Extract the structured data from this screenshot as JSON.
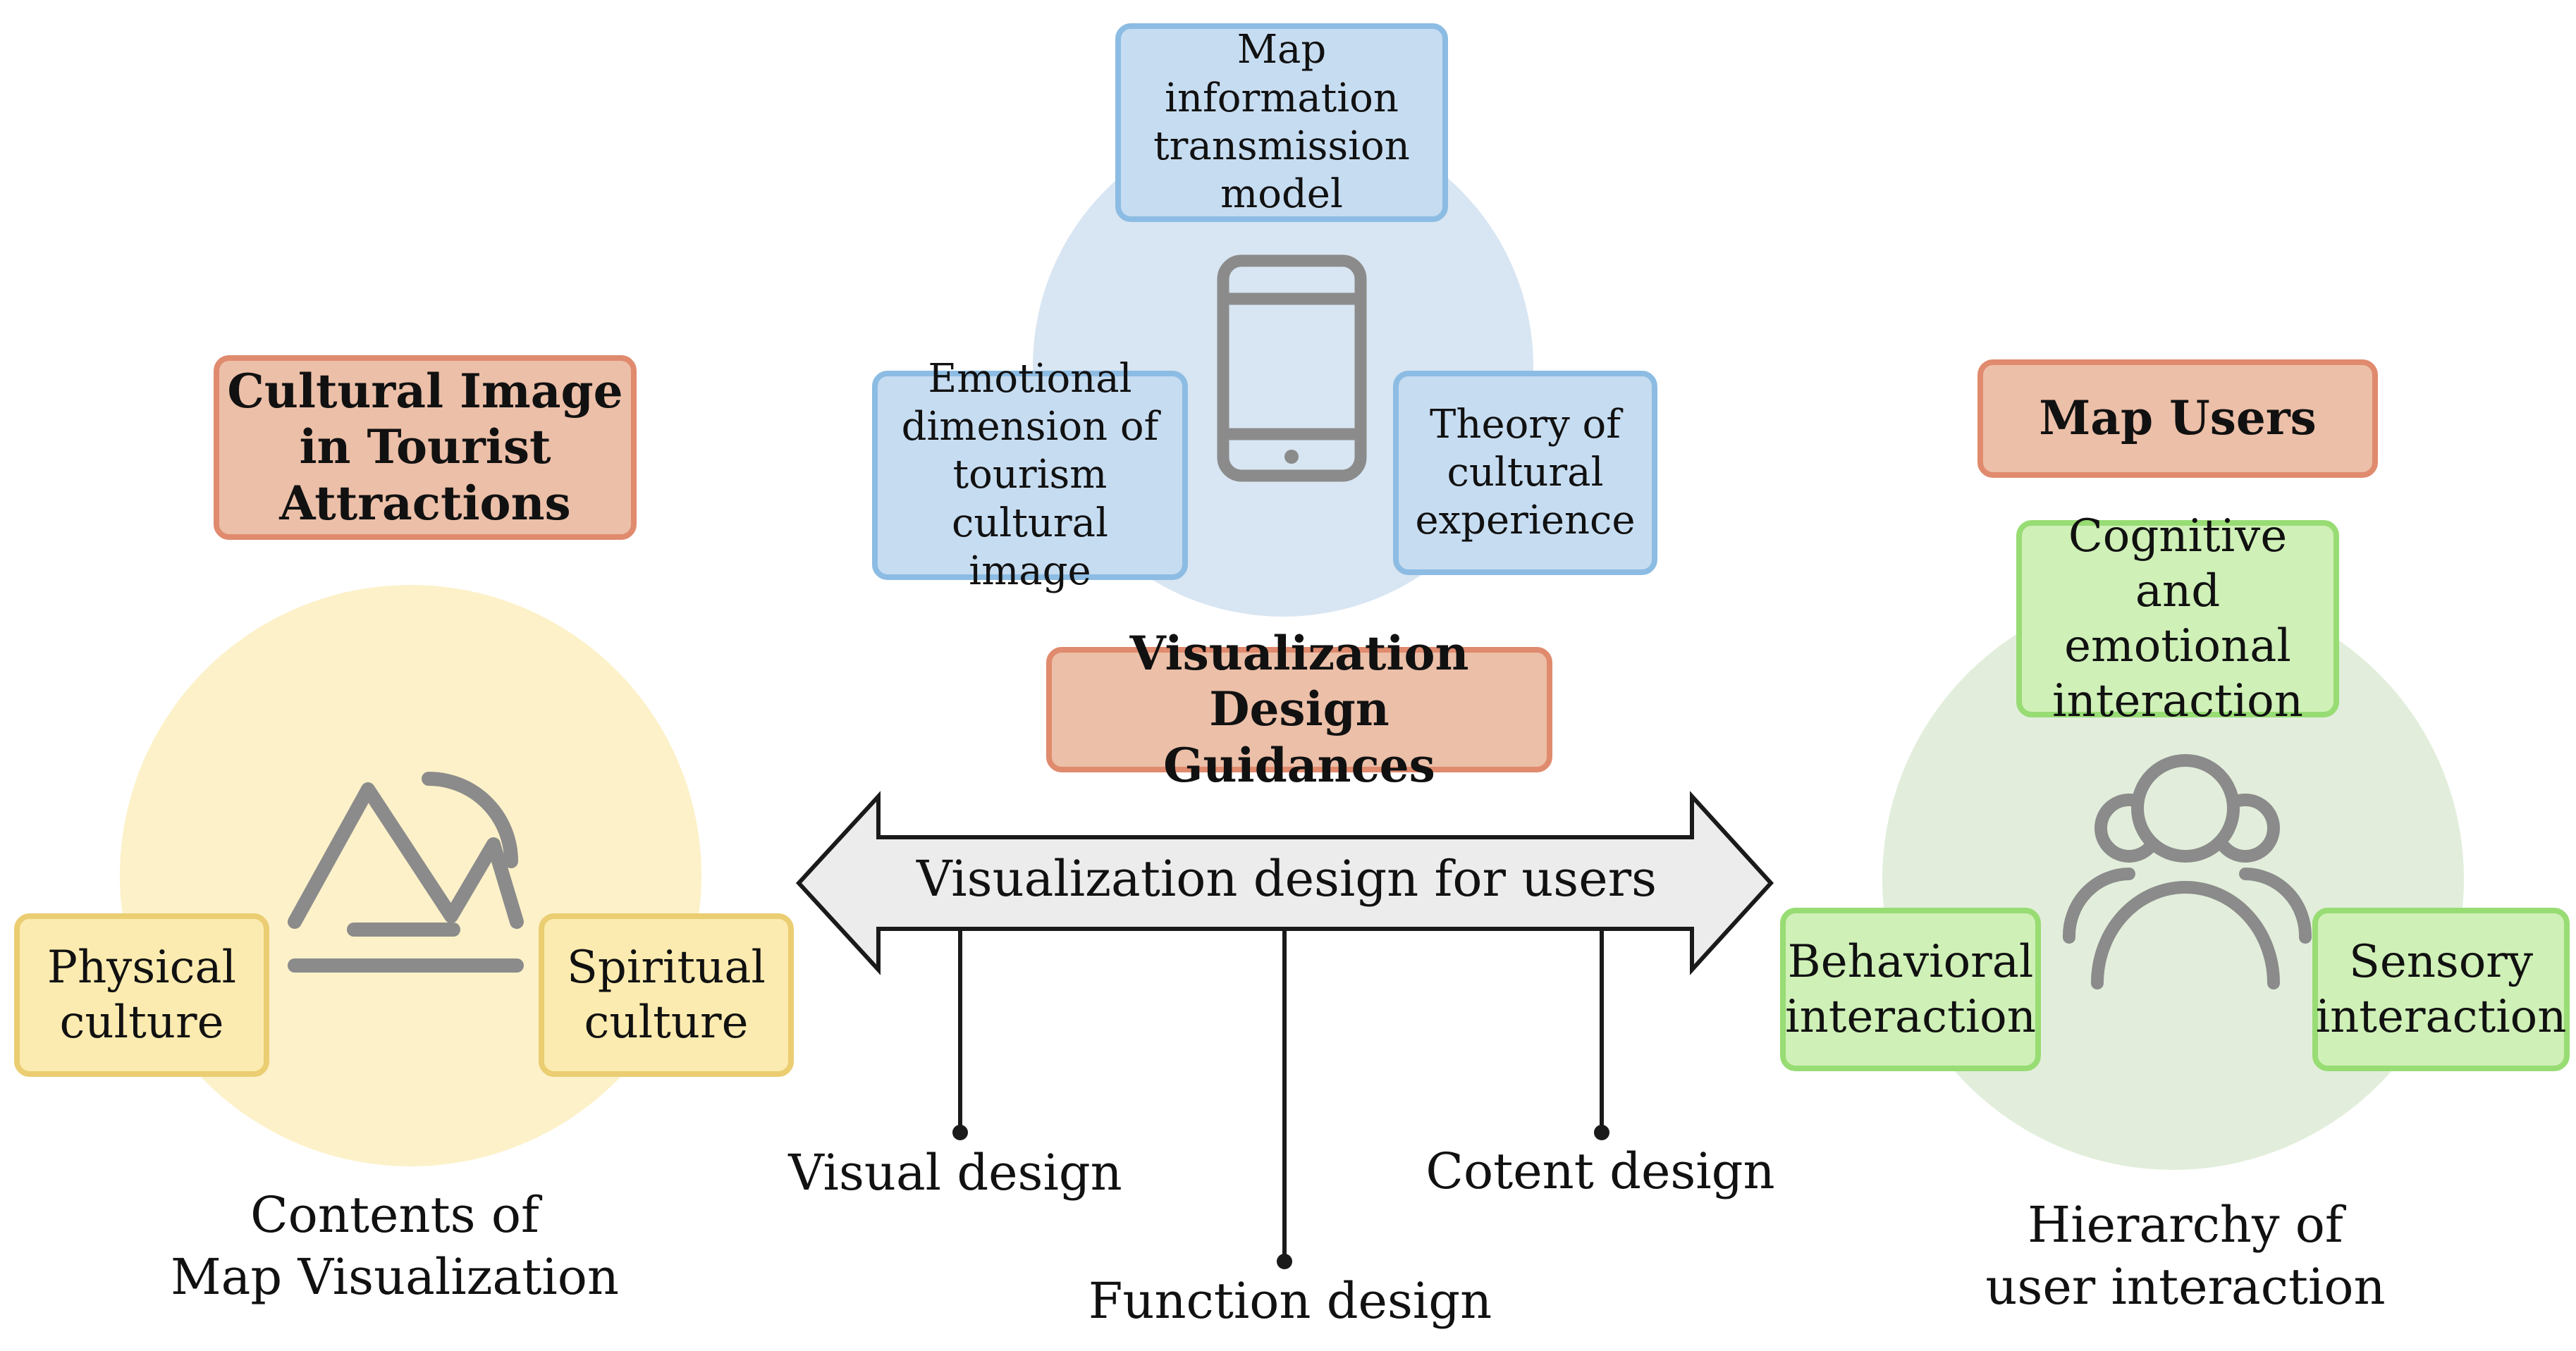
{
  "center": {
    "title": "Visualization Design\nGuidances",
    "top_box": "Map\ninformation\ntransmission\nmodel",
    "left_box": "Emotional\ndimension of\ntourism cultural\nimage",
    "right_box": "Theory of\ncultural\nexperience",
    "phone_icon": "smartphone-icon",
    "arrow_text": "Visualization design for users",
    "branches": [
      "Visual design",
      "Function design",
      "Cotent design"
    ]
  },
  "left": {
    "title": "Cultural Image\nin Tourist\nAttractions",
    "icon": "mountain-landscape-icon",
    "box_left": "Physical\nculture",
    "box_right": "Spiritual\nculture",
    "caption": "Contents of\nMap Visualization"
  },
  "right": {
    "title": "Map Users",
    "icon": "user-group-icon",
    "box_top": "Cognitive and\nemotional\ninteraction",
    "box_left": "Behavioral\ninteraction",
    "box_right": "Sensory\ninteraction",
    "caption": "Hierarchy of\nuser interaction"
  },
  "colors": {
    "header_fill": "#ecbfa8",
    "header_border": "#e08a6e",
    "blue_fill": "#c6dcf1",
    "blue_border": "#8cbce3",
    "blue_circle": "#d8e5f2",
    "yellow_fill": "#fcebb0",
    "yellow_border": "#ebcd72",
    "yellow_circle": "#fdf1c9",
    "green_fill": "#cff0b7",
    "green_border": "#98dc74",
    "green_circle": "#e2eedb",
    "icon_gray": "#8b8b8b",
    "arrow_fill": "#ececec"
  }
}
